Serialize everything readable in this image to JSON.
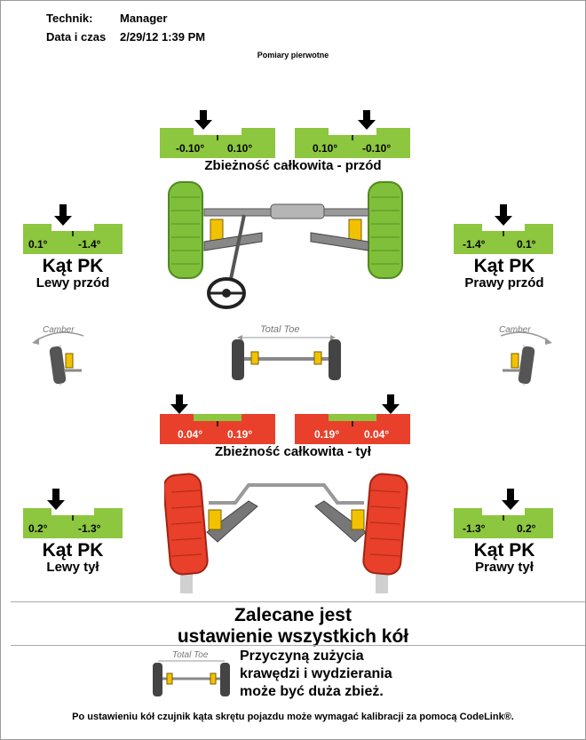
{
  "header": {
    "technician_label": "Technik:",
    "technician_value": "Manager",
    "datetime_label": "Data i czas",
    "datetime_value": "2/29/12 1:39 PM",
    "subtitle": "Pomiary pierwotne"
  },
  "front": {
    "toe_title": "Zbieżność całkowita - przód",
    "toe_left": {
      "min": "-0.10°",
      "max": "0.10°"
    },
    "toe_right": {
      "min": "0.10°",
      "max": "-0.10°"
    },
    "left_camber": {
      "min": "0.1°",
      "max": "-1.4°",
      "title": "Kąt PK",
      "subtitle": "Lewy przód"
    },
    "right_camber": {
      "min": "-1.4°",
      "max": "0.1°",
      "title": "Kąt PK",
      "subtitle": "Prawy przód"
    },
    "status_color": "#8dc63f"
  },
  "diagram_labels": {
    "camber_left": "Camber",
    "camber_right": "Camber",
    "total_toe": "Total Toe",
    "total_toe_small": "Total Toe"
  },
  "rear": {
    "toe_title": "Zbieżność całkowita - tył",
    "toe_left": {
      "min": "0.04°",
      "max": "0.19°"
    },
    "toe_right": {
      "min": "0.19°",
      "max": "0.04°"
    },
    "left_camber": {
      "min": "0.2°",
      "max": "-1.3°",
      "title": "Kąt PK",
      "subtitle": "Lewy tył"
    },
    "right_camber": {
      "min": "-1.3°",
      "max": "0.2°",
      "title": "Kąt PK",
      "subtitle": "Prawy tył"
    },
    "status_color": "#e8402a"
  },
  "recommendation": {
    "line1": "Zalecane jest",
    "line2": "ustawienie wszystkich kół"
  },
  "note": {
    "line1": "Przyczyną zużycia",
    "line2": "krawędzi i wydzierania",
    "line3": "może być duża zbież."
  },
  "footer": "Po ustawieniu kół czujnik kąta skrętu pojazdu może wymagać kalibracji za pomocą CodeLink®."
}
